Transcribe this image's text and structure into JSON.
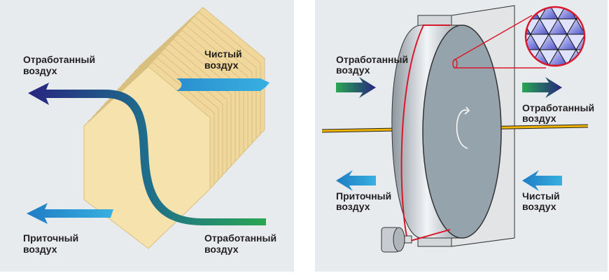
{
  "left_panel": {
    "title": "Plate heat exchanger",
    "labels": {
      "exhaust_in": [
        "Отработанный",
        "воздух"
      ],
      "fresh_in": [
        "Чистый",
        "воздух"
      ],
      "supply_out": [
        "Приточный",
        "воздух"
      ],
      "exhaust_out": [
        "Отработанный",
        "воздух"
      ]
    }
  },
  "right_panel": {
    "title": "Rotary heat exchanger",
    "labels": {
      "exhaust_in": [
        "Отработанный",
        "воздух"
      ],
      "exhaust_out": [
        "Отработанный",
        "воздух"
      ],
      "supply_out": [
        "Приточный",
        "воздух"
      ],
      "fresh_in": [
        "Чистый",
        "воздух"
      ]
    }
  },
  "colors": {
    "background": "#e8ebee",
    "plate": "#f2dca4",
    "arrow_blue": "#2a8fcf",
    "arrow_navy": "#27257f",
    "arrow_green": "#2aa653",
    "belt_red": "#d9182c"
  }
}
